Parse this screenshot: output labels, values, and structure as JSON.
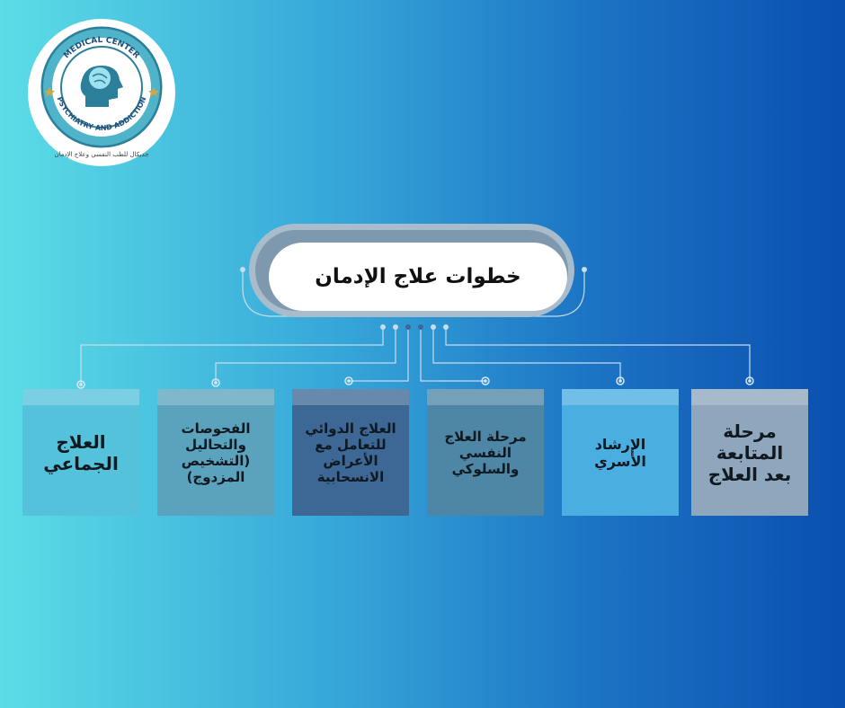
{
  "logo": {
    "ring_text": "MEDICAL CENTER",
    "ring_text_bottom": "PSYCHIATRY AND ADDICTION",
    "caption": "جديكال للطب النفسي وعلاج الإدمان",
    "icon": "brain-head-icon"
  },
  "title": "خطوات علاج الإدمان",
  "steps": [
    {
      "label": "مرحلة\nالمتابعة\nبعد العلاج",
      "color": "#8fa7bd"
    },
    {
      "label": "الإرشاد\nالأسري",
      "color": "#4aaee0"
    },
    {
      "label": "مرحلة العلاج\nالنفسي\nوالسلوكي",
      "color": "#4e87a6"
    },
    {
      "label": "العلاج الدوائي\nللتعامل مع\nالأعراض\nالانسحابية",
      "color": "#3d6895"
    },
    {
      "label": "الفحوصات\nوالتحاليل\n(التشخيص\nالمزدوج)",
      "color": "#5ba3bd"
    },
    {
      "label": "العلاج\nالجماعي",
      "color": "#55c2dc"
    }
  ],
  "colors": {
    "connector": "#c8dceb",
    "title_border": "#7e98ad",
    "title_text": "#111111"
  }
}
